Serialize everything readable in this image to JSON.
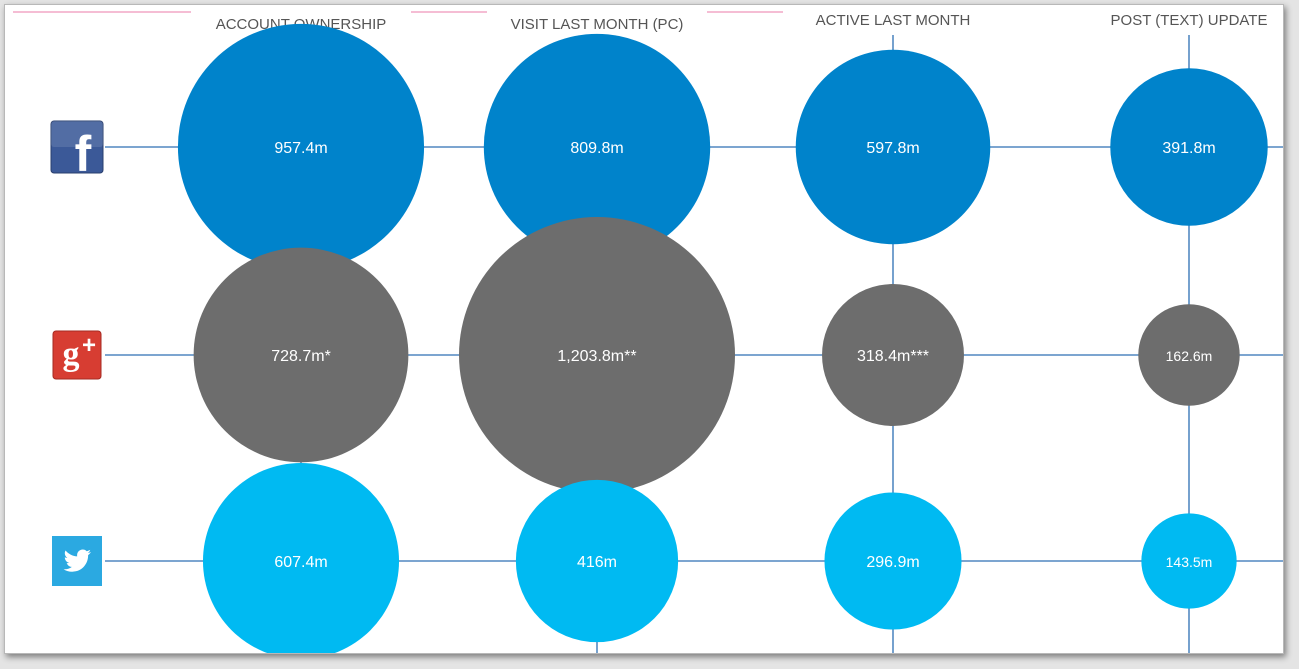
{
  "chart_data": {
    "type": "bubble-grid",
    "columns": [
      "ACCOUNT OWNERSHIP",
      "VISIT LAST MONTH (PC)",
      "ACTIVE LAST MONTH",
      "POST (TEXT) UPDATE"
    ],
    "rows": [
      {
        "name": "Facebook",
        "icon": "facebook-icon",
        "color": "#0083cb",
        "values": [
          957.4,
          809.8,
          597.8,
          391.8
        ]
      },
      {
        "name": "Google+",
        "icon": "google-plus-icon",
        "color": "#6d6d6d",
        "values": [
          728.7,
          1203.8,
          318.4,
          162.6
        ]
      },
      {
        "name": "Twitter",
        "icon": "twitter-icon",
        "color": "#00baf2",
        "values": [
          607.4,
          416,
          296.9,
          143.5
        ]
      }
    ],
    "labels": [
      [
        "957.4m",
        "809.8m",
        "597.8m",
        "391.8m"
      ],
      [
        "728.7m*",
        "1,203.8m**",
        "318.4m***",
        "162.6m"
      ],
      [
        "607.4m",
        "416m",
        "296.9m",
        "143.5m"
      ]
    ]
  },
  "colors": {
    "line": "#2d6fb3",
    "header_accent": "#f2a7c6",
    "facebook_icon_bg": "#3b5998",
    "google_icon_bg": "#d73d32",
    "twitter_icon_bg": "#2ba9e1"
  }
}
